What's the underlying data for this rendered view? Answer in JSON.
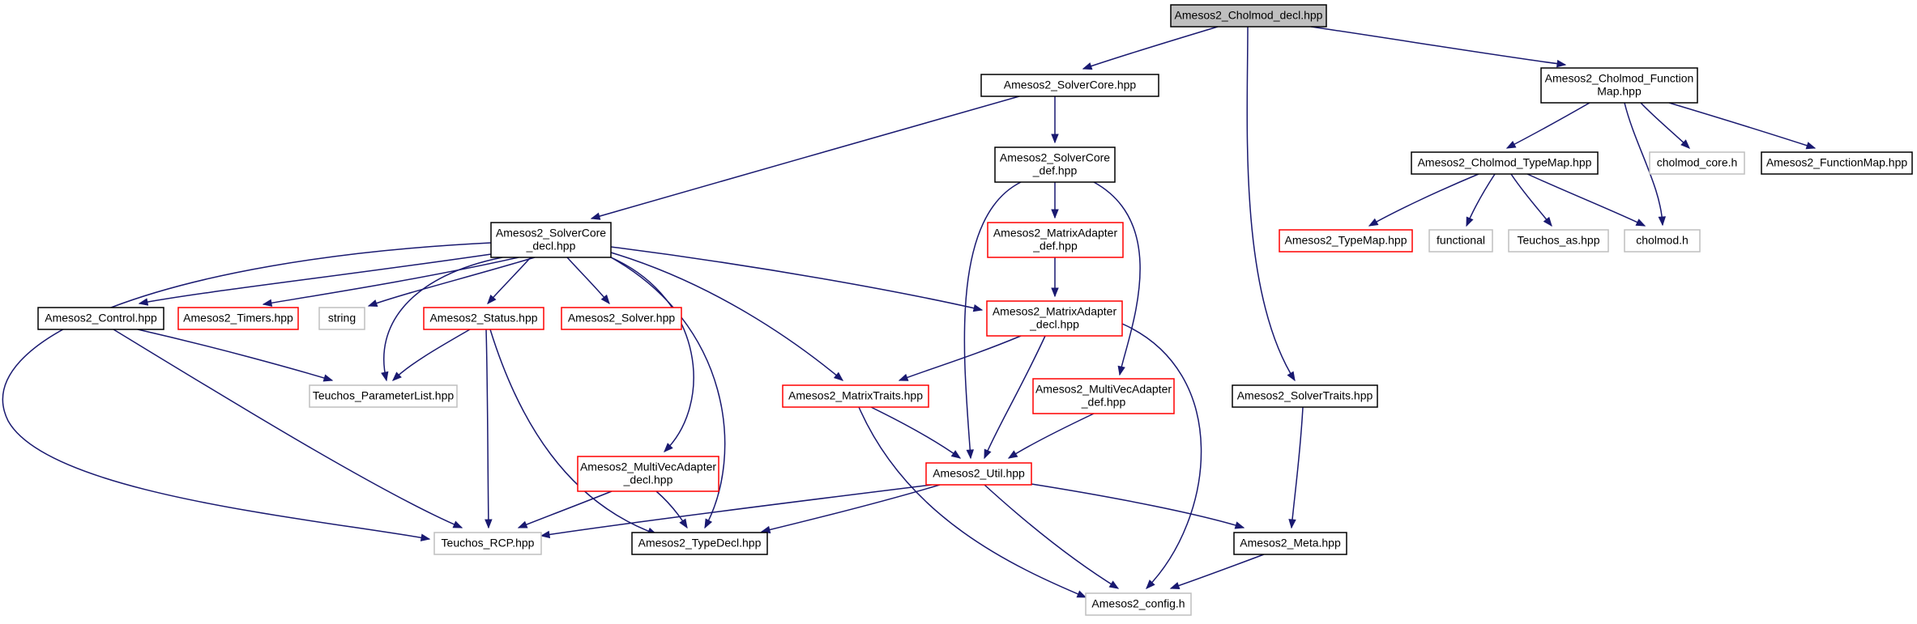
{
  "graph": {
    "title": "Amesos2_Cholmod_decl.hpp",
    "colors": {
      "edge": "#191970",
      "root_fill": "#bfbfbf",
      "documented": "#000000",
      "truncated": "#ff0000",
      "external": "#bfbfbf",
      "fill": "#ffffff"
    },
    "nodes": [
      {
        "id": "root",
        "kind": "root",
        "lines": [
          "Amesos2_Cholmod_decl.hpp"
        ]
      },
      {
        "id": "solvercore",
        "kind": "documented",
        "lines": [
          "Amesos2_SolverCore.hpp"
        ]
      },
      {
        "id": "cholmod_function_map",
        "kind": "documented",
        "lines": [
          "Amesos2_Cholmod_Function",
          "Map.hpp"
        ]
      },
      {
        "id": "solvercore_def",
        "kind": "documented",
        "lines": [
          "Amesos2_SolverCore",
          "_def.hpp"
        ]
      },
      {
        "id": "cholmod_typemap",
        "kind": "documented",
        "lines": [
          "Amesos2_Cholmod_TypeMap.hpp"
        ]
      },
      {
        "id": "cholmod_core",
        "kind": "external",
        "lines": [
          "cholmod_core.h"
        ]
      },
      {
        "id": "functionmap",
        "kind": "documented",
        "lines": [
          "Amesos2_FunctionMap.hpp"
        ]
      },
      {
        "id": "solvercore_decl",
        "kind": "documented",
        "lines": [
          "Amesos2_SolverCore",
          "_decl.hpp"
        ]
      },
      {
        "id": "matrixadapter_def",
        "kind": "truncated",
        "lines": [
          "Amesos2_MatrixAdapter",
          "_def.hpp"
        ]
      },
      {
        "id": "typemap",
        "kind": "truncated",
        "lines": [
          "Amesos2_TypeMap.hpp"
        ]
      },
      {
        "id": "functional",
        "kind": "external",
        "lines": [
          "functional"
        ]
      },
      {
        "id": "teuchos_as",
        "kind": "external",
        "lines": [
          "Teuchos_as.hpp"
        ]
      },
      {
        "id": "cholmod_h",
        "kind": "external",
        "lines": [
          "cholmod.h"
        ]
      },
      {
        "id": "control",
        "kind": "documented",
        "lines": [
          "Amesos2_Control.hpp"
        ]
      },
      {
        "id": "timers",
        "kind": "truncated",
        "lines": [
          "Amesos2_Timers.hpp"
        ]
      },
      {
        "id": "string",
        "kind": "external",
        "lines": [
          "string"
        ]
      },
      {
        "id": "status",
        "kind": "truncated",
        "lines": [
          "Amesos2_Status.hpp"
        ]
      },
      {
        "id": "solver",
        "kind": "truncated",
        "lines": [
          "Amesos2_Solver.hpp"
        ]
      },
      {
        "id": "matrixadapter_decl",
        "kind": "truncated",
        "lines": [
          "Amesos2_MatrixAdapter",
          "_decl.hpp"
        ]
      },
      {
        "id": "parameterlist",
        "kind": "external",
        "lines": [
          "Teuchos_ParameterList.hpp"
        ]
      },
      {
        "id": "matrixtraits",
        "kind": "truncated",
        "lines": [
          "Amesos2_MatrixTraits.hpp"
        ]
      },
      {
        "id": "multivecadapter_def",
        "kind": "truncated",
        "lines": [
          "Amesos2_MultiVecAdapter",
          "_def.hpp"
        ]
      },
      {
        "id": "solvertraits",
        "kind": "documented",
        "lines": [
          "Amesos2_SolverTraits.hpp"
        ]
      },
      {
        "id": "multivecadapter_decl",
        "kind": "truncated",
        "lines": [
          "Amesos2_MultiVecAdapter",
          "_decl.hpp"
        ]
      },
      {
        "id": "util",
        "kind": "truncated",
        "lines": [
          "Amesos2_Util.hpp"
        ]
      },
      {
        "id": "teuchos_rcp",
        "kind": "external",
        "lines": [
          "Teuchos_RCP.hpp"
        ]
      },
      {
        "id": "typedecl",
        "kind": "documented",
        "lines": [
          "Amesos2_TypeDecl.hpp"
        ]
      },
      {
        "id": "meta",
        "kind": "documented",
        "lines": [
          "Amesos2_Meta.hpp"
        ]
      },
      {
        "id": "config",
        "kind": "external",
        "lines": [
          "Amesos2_config.h"
        ]
      }
    ],
    "edges": [
      {
        "from": "root",
        "to": "solvercore"
      },
      {
        "from": "root",
        "to": "cholmod_function_map"
      },
      {
        "from": "root",
        "to": "solvertraits"
      },
      {
        "from": "solvercore",
        "to": "solvercore_def"
      },
      {
        "from": "solvercore",
        "to": "solvercore_decl"
      },
      {
        "from": "cholmod_function_map",
        "to": "cholmod_typemap"
      },
      {
        "from": "cholmod_function_map",
        "to": "cholmod_core"
      },
      {
        "from": "cholmod_function_map",
        "to": "functionmap"
      },
      {
        "from": "cholmod_function_map",
        "to": "cholmod_h"
      },
      {
        "from": "solvercore_def",
        "to": "matrixadapter_def"
      },
      {
        "from": "solvercore_def",
        "to": "multivecadapter_def"
      },
      {
        "from": "solvercore_def",
        "to": "util"
      },
      {
        "from": "cholmod_typemap",
        "to": "typemap"
      },
      {
        "from": "cholmod_typemap",
        "to": "functional"
      },
      {
        "from": "cholmod_typemap",
        "to": "teuchos_as"
      },
      {
        "from": "cholmod_typemap",
        "to": "cholmod_h"
      },
      {
        "from": "solvercore_decl",
        "to": "control"
      },
      {
        "from": "solvercore_decl",
        "to": "timers"
      },
      {
        "from": "solvercore_decl",
        "to": "string"
      },
      {
        "from": "solvercore_decl",
        "to": "status"
      },
      {
        "from": "solvercore_decl",
        "to": "solver"
      },
      {
        "from": "solvercore_decl",
        "to": "matrixadapter_decl"
      },
      {
        "from": "solvercore_decl",
        "to": "parameterlist"
      },
      {
        "from": "solvercore_decl",
        "to": "matrixtraits"
      },
      {
        "from": "solvercore_decl",
        "to": "multivecadapter_decl"
      },
      {
        "from": "solvercore_decl",
        "to": "typedecl"
      },
      {
        "from": "solvercore_decl",
        "to": "teuchos_rcp"
      },
      {
        "from": "matrixadapter_def",
        "to": "matrixadapter_decl"
      },
      {
        "from": "matrixadapter_decl",
        "to": "matrixtraits"
      },
      {
        "from": "matrixadapter_decl",
        "to": "util"
      },
      {
        "from": "matrixadapter_decl",
        "to": "config"
      },
      {
        "from": "control",
        "to": "parameterlist"
      },
      {
        "from": "control",
        "to": "teuchos_rcp"
      },
      {
        "from": "status",
        "to": "parameterlist"
      },
      {
        "from": "status",
        "to": "teuchos_rcp"
      },
      {
        "from": "status",
        "to": "typedecl"
      },
      {
        "from": "matrixtraits",
        "to": "util"
      },
      {
        "from": "matrixtraits",
        "to": "config"
      },
      {
        "from": "multivecadapter_def",
        "to": "util"
      },
      {
        "from": "solvertraits",
        "to": "meta"
      },
      {
        "from": "multivecadapter_decl",
        "to": "teuchos_rcp"
      },
      {
        "from": "multivecadapter_decl",
        "to": "typedecl"
      },
      {
        "from": "util",
        "to": "teuchos_rcp"
      },
      {
        "from": "util",
        "to": "typedecl"
      },
      {
        "from": "util",
        "to": "meta"
      },
      {
        "from": "util",
        "to": "config"
      },
      {
        "from": "meta",
        "to": "config"
      }
    ]
  }
}
